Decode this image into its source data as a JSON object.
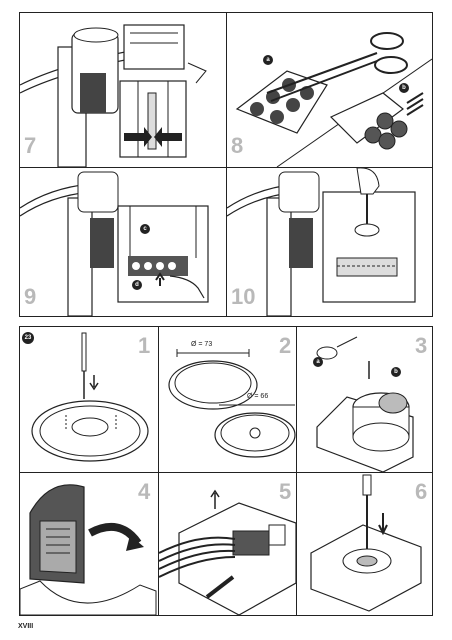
{
  "page": {
    "number": "XVIII"
  },
  "top_section": {
    "steps": [
      "7",
      "8",
      "9",
      "10"
    ],
    "callouts": {
      "scissors_a": "a",
      "arrow_b": "b",
      "screw_c": "c",
      "push_d": "d"
    }
  },
  "bottom_section": {
    "figure_badge": "23",
    "steps": [
      "1",
      "2",
      "3",
      "4",
      "5",
      "6"
    ],
    "dimensions": {
      "outer": "Ø = 73",
      "inner": "Ø = 66"
    },
    "callouts": {
      "cap_a": "a",
      "cap_b": "b"
    }
  },
  "colors": {
    "step_number": "#b9b9b9",
    "line": "#222222",
    "badge": "#222222"
  }
}
